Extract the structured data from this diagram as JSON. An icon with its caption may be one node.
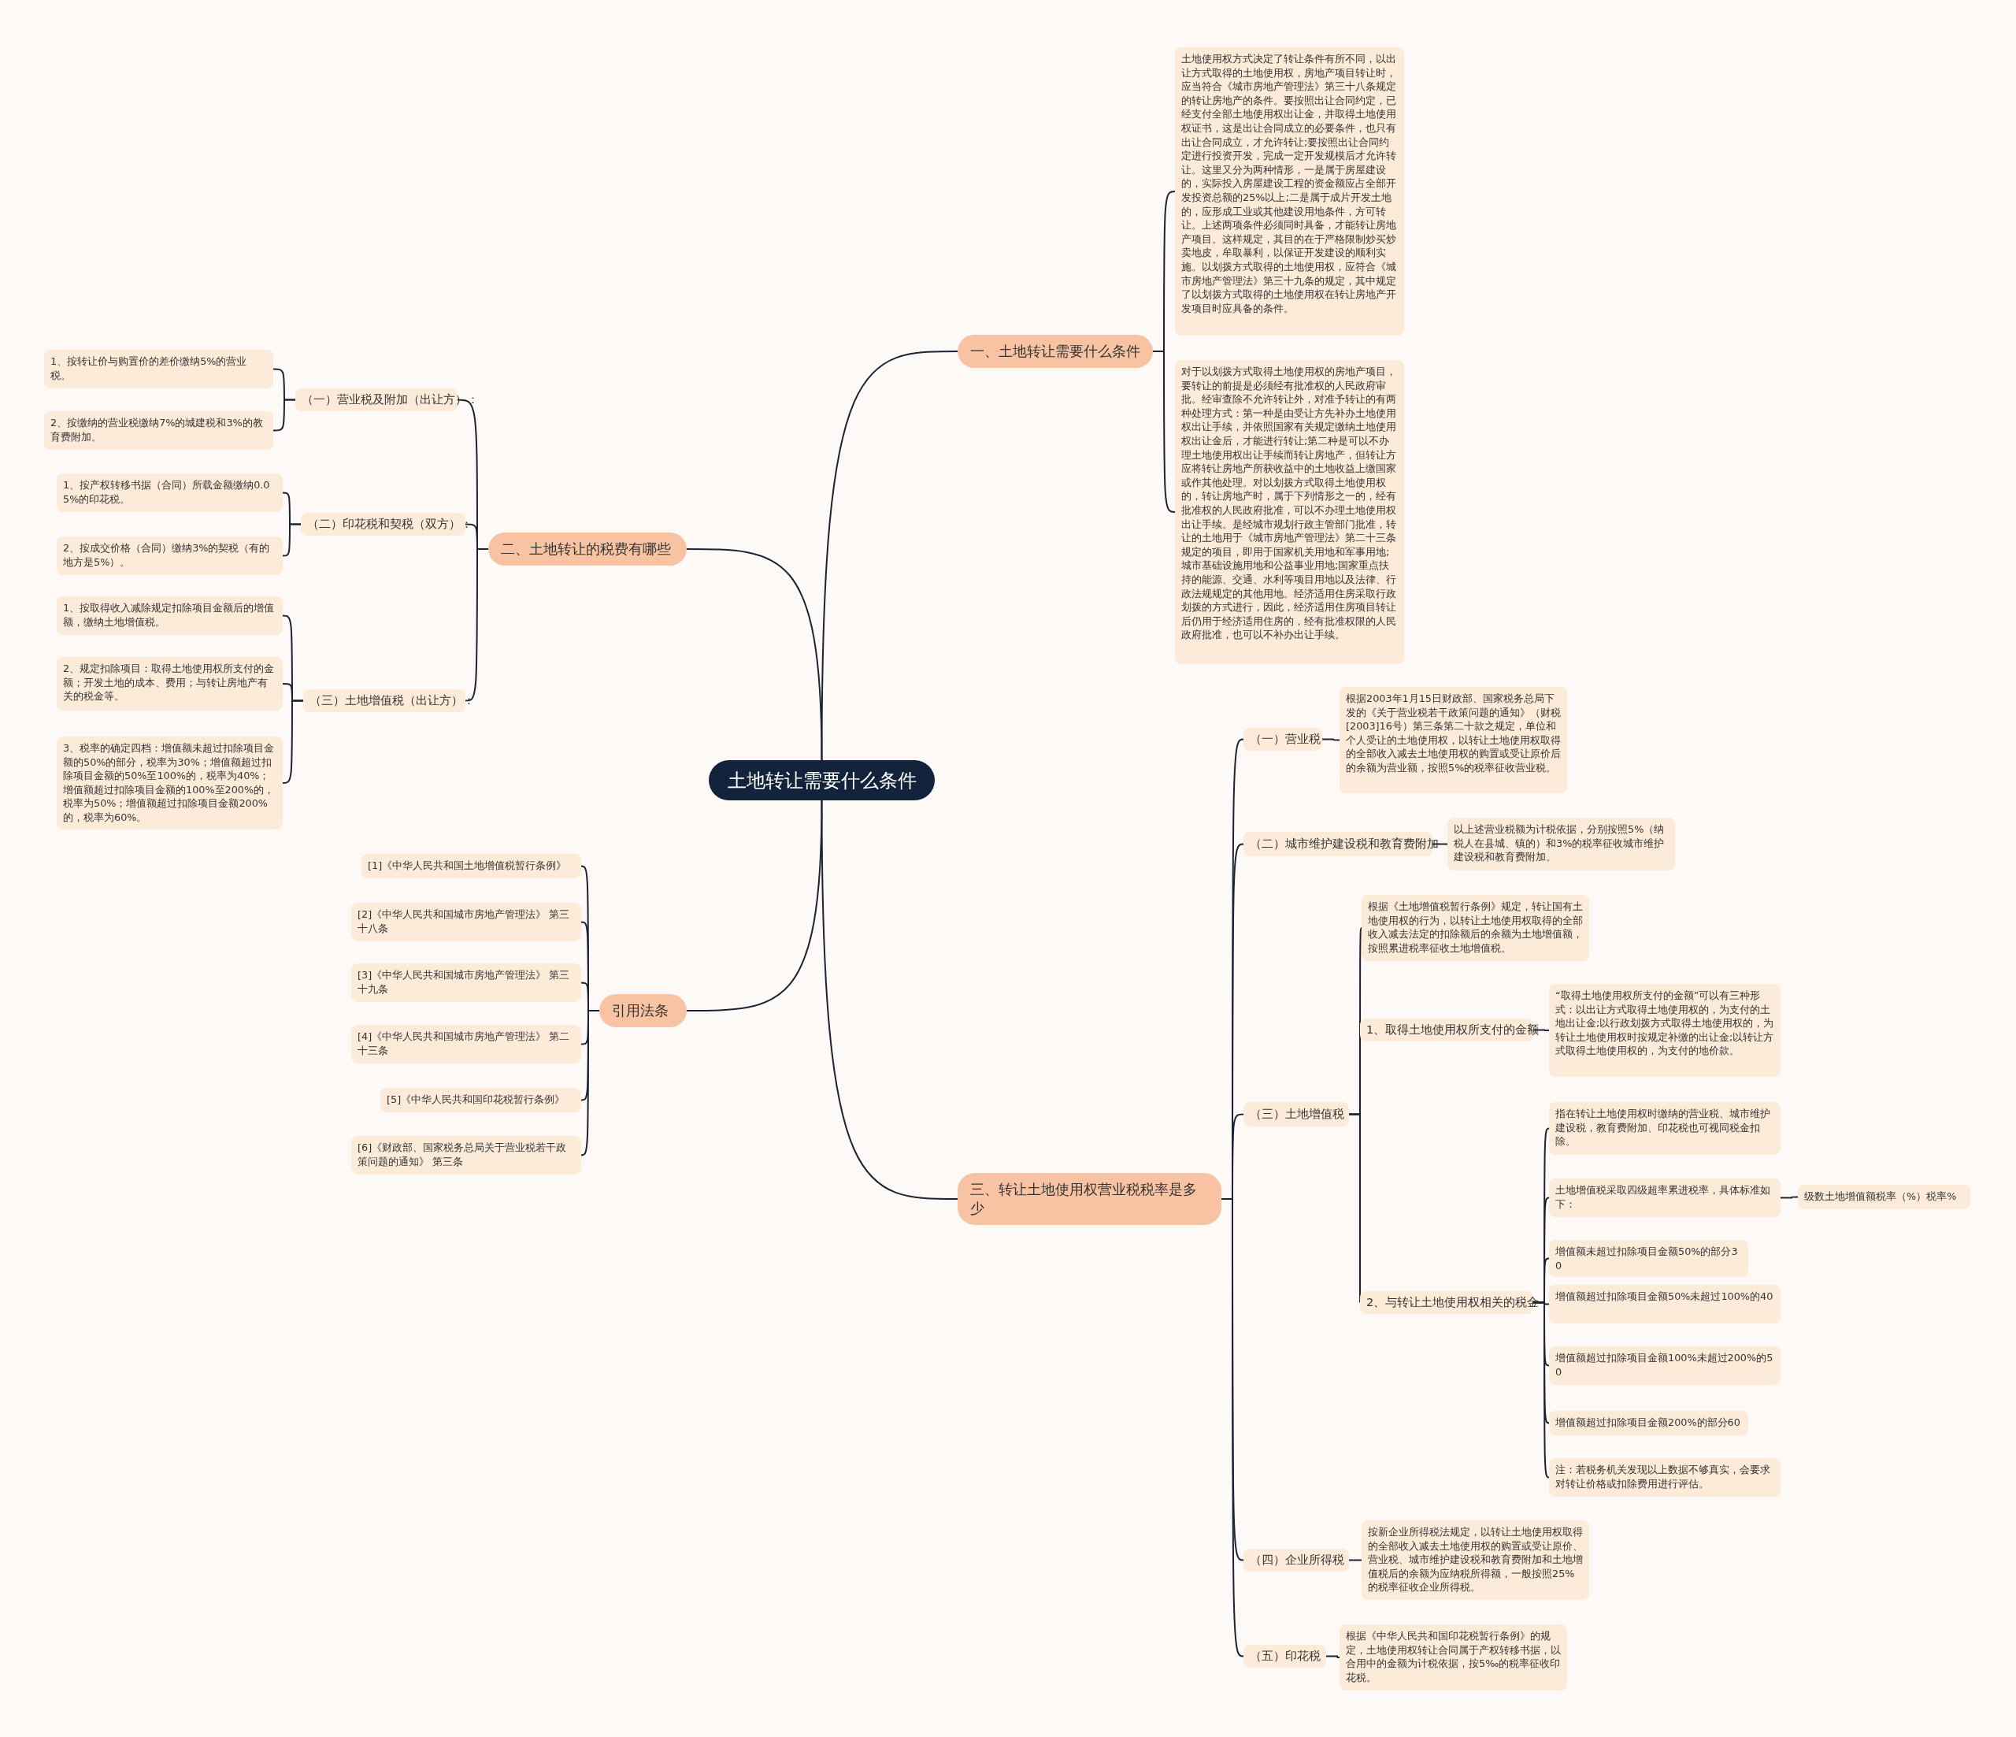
{
  "diagram": {
    "nodes": [
      {
        "text": [
          "土地转让需要什么条件"
        ]
      },
      {
        "text": [
          "一、土地转让需要什么条件"
        ]
      },
      {
        "text": [
          "土地使用权方式决定了转让条件有所不同，以出让方式取得的土地使用权，房地产项目转让时，应当符合《城市房地产管理法》第三十八条规定的转让房地产的条件。要按照出让合同约定，已经支付全部土地使用权出让金，并取得土地使用权证书，这是出让合同成立的必要条件，也只有出让合同成立，才允许转让;要按照出让合同约定进行投资开发，完成一定开发规模后才允许转让。这里又分为两种情形，一是属于房屋建设的，实际投入房屋建设工程的资金额应占全部开发投资总额的25%以上;二是属于成片开发土地的，应形成工业或其他建设用地条件，方可转让。上述两项条件必须同时具备，才能转让房地产项目。这样规定，其目的在于严格限制炒买炒卖地皮，牟取暴利，以保证开发建设的顺利实施。以划拨方式取得的土地使用权，应符合《城市房地产管理法》第三十九条的规定，其中规定了以划拨方式取得的土地使用权在转让房地产开发项目时应具备的条件。"
        ]
      },
      {
        "text": [
          "对于以划拨方式取得土地使用权的房地产项目，要转让的前提是必须经有批准权的人民政府审批。经审查除不允许转让外，对准予转让的有两种处理方式：第一种是由受让方先补办土地使用权出让手续，并依照国家有关规定缴纳土地使用权出让金后，才能进行转让;第二种是可以不办理土地使用权出让手续而转让房地产，但转让方应将转让房地产所获收益中的土地收益上缴国家或作其他处理。对以划拨方式取得土地使用权的，转让房地产时，属于下列情形之一的，经有批准权的人民政府批准，可以不办理土地使用权出让手续。是经城市规划行政主管部门批准，转让的土地用于《城市房地产管理法》第二十三条规定的项目，即用于国家机关用地和军事用地;城市基础设施用地和公益事业用地;国家重点扶持的能源、交通、水利等项目用地以及法律、行政法规规定的其他用地。经济适用住房采取行政划拨的方式进行，因此，经济适用住房项目转让后仍用于经济适用住房的，经有批准权限的人民政府批准，也可以不补办出让手续。"
        ]
      },
      {
        "text": [
          "二、土地转让的税费有哪些"
        ]
      },
      {
        "text": [
          "（一）营业税及附加（出让方）："
        ]
      },
      {
        "text": [
          "1、按转让价与购置价的差价缴纳5%的营业税。"
        ]
      },
      {
        "text": [
          "2、按缴纳的营业税缴纳7%的城建税和3%的教育费附加。"
        ]
      },
      {
        "text": [
          "（二）印花税和契税（双方）："
        ]
      },
      {
        "text": [
          "1、按产权转移书据（合同）所载金额缴纳0.05%的印花税。"
        ]
      },
      {
        "text": [
          "2、按成交价格（合同）缴纳3%的契税（有的地方是5%）。"
        ]
      },
      {
        "text": [
          "（三）土地增值税（出让方）："
        ]
      },
      {
        "text": [
          "1、按取得收入减除规定扣除项目金额后的增值额，缴纳土地增值税。"
        ]
      },
      {
        "text": [
          "2、规定扣除项目：取得土地使用权所支付的金额；开发土地的成本、费用；与转让房地产有关的税金等。"
        ]
      },
      {
        "text": [
          "3、税率的确定四档：增值额未超过扣除项目金额的50%的部分，税率为30%；增值额超过扣除项目金额的50%至100%的，税率为40%；增值额超过扣除项目金额的100%至200%的，税率为50%；增值额超过扣除项目金额200%的，税率为60%。"
        ]
      },
      {
        "text": [
          "引用法条"
        ]
      },
      {
        "text": [
          "[1]《中华人民共和国土地增值税暂行条例》"
        ]
      },
      {
        "text": [
          "[2]《中华人民共和国城市房地产管理法》 第三十八条"
        ]
      },
      {
        "text": [
          "[3]《中华人民共和国城市房地产管理法》 第三十九条"
        ]
      },
      {
        "text": [
          "[4]《中华人民共和国城市房地产管理法》 第二十三条"
        ]
      },
      {
        "text": [
          "[5]《中华人民共和国印花税暂行条例》"
        ]
      },
      {
        "text": [
          "[6]《财政部、国家税务总局关于营业税若干政策问题的通知》 第三条"
        ]
      },
      {
        "text": [
          "三、转让土地使用权营业税税率是多少"
        ]
      },
      {
        "text": [
          "（一）营业税"
        ]
      },
      {
        "text": [
          "根据2003年1月15日财政部、国家税务总局下发的《关于营业税若干政策问题的通知》（财税[2003]16号）第三条第二十款之规定，单位和个人受让的土地使用权，以转让土地使用权取得的全部收入减去土地使用权的购置或受让原价后的余额为营业额，按照5%的税率征收营业税。"
        ]
      },
      {
        "text": [
          "（二）城市维护建设税和教育费附加"
        ]
      },
      {
        "text": [
          "以上述营业税额为计税依据，分别按照5%（纳税人在县城、镇的）和3%的税率征收城市维护建设税和教育费附加。"
        ]
      },
      {
        "text": [
          "（三）土地增值税"
        ]
      },
      {
        "text": [
          "根据《土地增值税暂行条例》规定，转让国有土地使用权的行为，以转让土地使用权取得的全部收入减去法定的扣除额后的余额为土地增值额，按照累进税率征收土地增值税。"
        ]
      },
      {
        "text": [
          "1、取得土地使用权所支付的金额"
        ]
      },
      {
        "text": [
          "“取得土地使用权所支付的金额”可以有三种形式：以出让方式取得土地使用权的，为支付的土地出让金;以行政划拨方式取得土地使用权的，为转让土地使用权时按规定补缴的出让金;以转让方式取得土地使用权的，为支付的地价款。"
        ]
      },
      {
        "text": [
          "2、与转让土地使用权相关的税金"
        ]
      },
      {
        "text": [
          "指在转让土地使用权时缴纳的营业税、城市维护建设税，教育费附加、印花税也可视同税金扣除。"
        ]
      },
      {
        "text": [
          "土地增值税采取四级超率累进税率，具体标准如下："
        ]
      },
      {
        "text": [
          "级数土地增值额税率（%）税率%"
        ]
      },
      {
        "text": [
          "增值额未超过扣除项目金额50%的部分30"
        ]
      },
      {
        "text": [
          "增值额超过扣除项目金额50%未超过100%的40"
        ]
      },
      {
        "text": [
          "增值额超过扣除项目金额100%未超过200%的50"
        ]
      },
      {
        "text": [
          "增值额超过扣除项目金额200%的部分60"
        ]
      },
      {
        "text": [
          "注：若税务机关发现以上数据不够真实，会要求对转让价格或扣除费用进行评估。"
        ]
      },
      {
        "text": [
          "（四）企业所得税"
        ]
      },
      {
        "text": [
          "按新企业所得税法规定，以转让土地使用权取得的全部收入减去土地使用权的购置或受让原价、营业税、城市维护建设税和教育费附加和土地增值税后的余额为应纳税所得额，一般按照25%的税率征收企业所得税。"
        ]
      },
      {
        "text": [
          "（五）印花税"
        ]
      },
      {
        "text": [
          "根据《中华人民共和国印花税暂行条例》的规定，土地使用权转让合同属于产权转移书据，以合用中的金额为计税依据，按5‰的税率征收印花税。"
        ]
      }
    ],
    "edges": [
      {
        "from": 0,
        "to": 1,
        "arrow": "none"
      },
      {
        "from": 1,
        "to": 2,
        "arrow": "none"
      },
      {
        "from": 1,
        "to": 3,
        "arrow": "none"
      },
      {
        "from": 0,
        "to": 4,
        "arrow": "none"
      },
      {
        "from": 4,
        "to": 5,
        "arrow": "none"
      },
      {
        "from": 5,
        "to": 6,
        "arrow": "none"
      },
      {
        "from": 5,
        "to": 7,
        "arrow": "none"
      },
      {
        "from": 4,
        "to": 8,
        "arrow": "none"
      },
      {
        "from": 8,
        "to": 9,
        "arrow": "none"
      },
      {
        "from": 8,
        "to": 10,
        "arrow": "none"
      },
      {
        "from": 4,
        "to": 11,
        "arrow": "none"
      },
      {
        "from": 11,
        "to": 12,
        "arrow": "none"
      },
      {
        "from": 11,
        "to": 13,
        "arrow": "none"
      },
      {
        "from": 11,
        "to": 14,
        "arrow": "none"
      },
      {
        "from": 0,
        "to": 15,
        "arrow": "none"
      },
      {
        "from": 15,
        "to": 16,
        "arrow": "none"
      },
      {
        "from": 15,
        "to": 17,
        "arrow": "none"
      },
      {
        "from": 15,
        "to": 18,
        "arrow": "none"
      },
      {
        "from": 15,
        "to": 19,
        "arrow": "none"
      },
      {
        "from": 15,
        "to": 20,
        "arrow": "none"
      },
      {
        "from": 15,
        "to": 21,
        "arrow": "none"
      },
      {
        "from": 0,
        "to": 22,
        "arrow": "none"
      },
      {
        "from": 22,
        "to": 23,
        "arrow": "none"
      },
      {
        "from": 23,
        "to": 24,
        "arrow": "none"
      },
      {
        "from": 22,
        "to": 25,
        "arrow": "none"
      },
      {
        "from": 25,
        "to": 26,
        "arrow": "none"
      },
      {
        "from": 22,
        "to": 27,
        "arrow": "none"
      },
      {
        "from": 27,
        "to": 28,
        "arrow": "none"
      },
      {
        "from": 27,
        "to": 29,
        "arrow": "none"
      },
      {
        "from": 29,
        "to": 30,
        "arrow": "none"
      },
      {
        "from": 27,
        "to": 31,
        "arrow": "none"
      },
      {
        "from": 31,
        "to": 32,
        "arrow": "none"
      },
      {
        "from": 31,
        "to": 33,
        "arrow": "none"
      },
      {
        "from": 33,
        "to": 34,
        "arrow": "none"
      },
      {
        "from": 31,
        "to": 35,
        "arrow": "none"
      },
      {
        "from": 31,
        "to": 36,
        "arrow": "none"
      },
      {
        "from": 31,
        "to": 37,
        "arrow": "none"
      },
      {
        "from": 31,
        "to": 38,
        "arrow": "none"
      },
      {
        "from": 31,
        "to": 39,
        "arrow": "none"
      },
      {
        "from": 22,
        "to": 40,
        "arrow": "none"
      },
      {
        "from": 40,
        "to": 41,
        "arrow": "none"
      },
      {
        "from": 22,
        "to": 42,
        "arrow": "none"
      },
      {
        "from": 42,
        "to": 43,
        "arrow": "none"
      }
    ]
  }
}
